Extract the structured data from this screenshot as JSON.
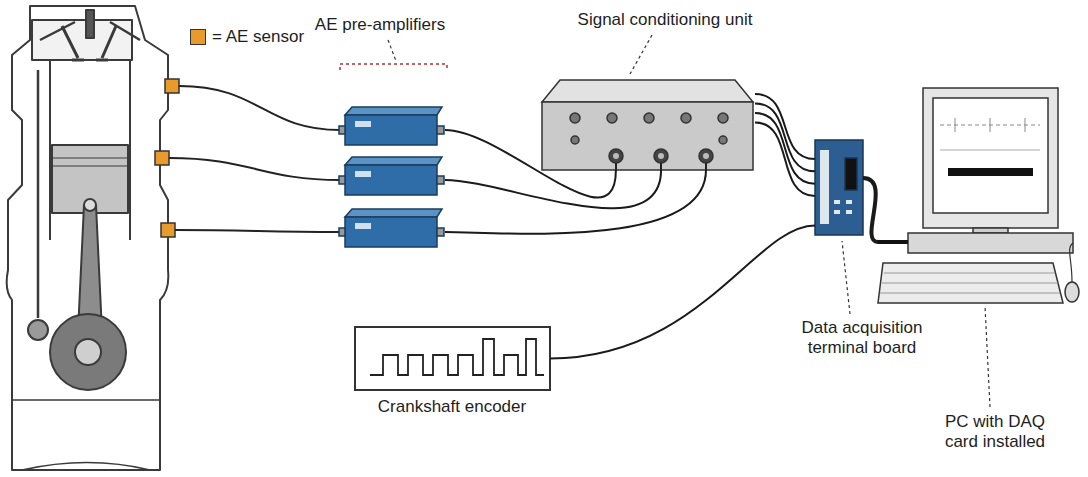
{
  "diagram": {
    "nodes": [
      {
        "text": [
          "AE pre-amplifiers"
        ]
      },
      {
        "text": [
          "Signal conditioning unit"
        ]
      },
      {
        "text": [
          "Data acquisition terminal board"
        ]
      },
      {
        "text": [
          "Crankshaft encoder"
        ]
      },
      {
        "text": [
          "PC with DAQ card installed"
        ]
      }
    ],
    "edges": [
      {
        "from": 0,
        "to": 1,
        "arrow": "none"
      },
      {
        "from": 0,
        "to": 1,
        "arrow": "none"
      },
      {
        "from": 0,
        "to": 1,
        "arrow": "none"
      },
      {
        "from": 1,
        "to": 2,
        "arrow": "none"
      },
      {
        "from": 1,
        "to": 2,
        "arrow": "none"
      },
      {
        "from": 1,
        "to": 2,
        "arrow": "none"
      },
      {
        "from": 1,
        "to": 2,
        "arrow": "none"
      },
      {
        "from": 3,
        "to": 2,
        "arrow": "none"
      },
      {
        "from": 2,
        "to": 4,
        "arrow": "none"
      }
    ],
    "legend": [
      {
        "text": "= AE sensor",
        "color": "#e89a2c"
      }
    ]
  }
}
